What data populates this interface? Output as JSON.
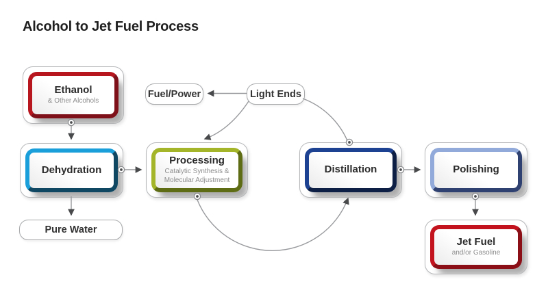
{
  "title": "Alcohol to Jet Fuel Process",
  "nodes": {
    "ethanol": {
      "title": "Ethanol",
      "subtitle": "& Other Alcohols",
      "accent": "#b8161f",
      "accent_dark": "#7e1019"
    },
    "dehydration": {
      "title": "Dehydration",
      "accent": "#1b9fda",
      "accent_dark": "#0f4763"
    },
    "pure_water": {
      "title": "Pure Water"
    },
    "fuel_power": {
      "title": "Fuel/Power"
    },
    "light_ends": {
      "title": "Light Ends"
    },
    "processing": {
      "title": "Processing",
      "subtitle": "Catalytic Synthesis & Molecular Adjustment",
      "accent": "#a4b52a",
      "accent_dark": "#5e6c13"
    },
    "distillation": {
      "title": "Distillation",
      "accent": "#1c4291",
      "accent_dark": "#0d1f45"
    },
    "polishing": {
      "title": "Polishing",
      "accent": "#92aad9",
      "accent_dark": "#2f4170"
    },
    "jet_fuel": {
      "title": "Jet Fuel",
      "subtitle": "and/or Gasoline",
      "accent": "#c3131f",
      "accent_dark": "#8a0f17"
    }
  },
  "edges": [
    {
      "from": "ethanol",
      "to": "dehydration"
    },
    {
      "from": "dehydration",
      "to": "processing"
    },
    {
      "from": "dehydration",
      "to": "pure_water"
    },
    {
      "from": "processing",
      "to": "distillation"
    },
    {
      "from": "distillation",
      "to": "light_ends"
    },
    {
      "from": "light_ends",
      "to": "fuel_power"
    },
    {
      "from": "light_ends",
      "to": "processing"
    },
    {
      "from": "distillation",
      "to": "polishing"
    },
    {
      "from": "polishing",
      "to": "jet_fuel"
    }
  ],
  "palette": {
    "line": "#97999c",
    "arrowhead": "#48494b",
    "dot_ring": "#8b8d8f",
    "dot_center": "#4c4d4f",
    "container_border": "#b5b7b9",
    "text_dark": "#2b2b2b",
    "text_muted": "#8d8d8d"
  }
}
